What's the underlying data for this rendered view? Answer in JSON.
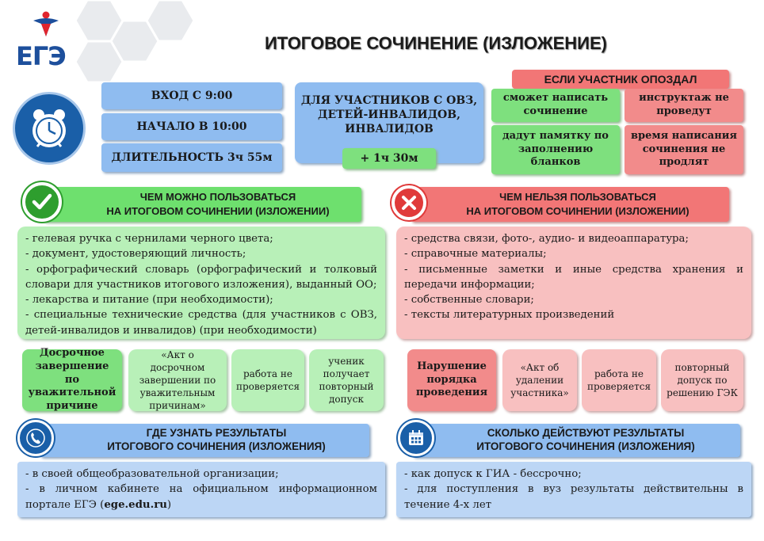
{
  "logo": {
    "text": "ЕГЭ"
  },
  "title": "ИТОГОВОЕ СОЧИНЕНИЕ (ИЗЛОЖЕНИЕ)",
  "schedule": {
    "entry": "ВХОД С 9:00",
    "start": "НАЧАЛО В 10:00",
    "duration": "ДЛИТЕЛЬНОСТЬ 3ч 55м"
  },
  "special": {
    "line1": "ДЛЯ УЧАСТНИКОВ С ОВЗ,",
    "line2": "ДЕТЕЙ-ИНВАЛИДОВ,",
    "line3": "ИНВАЛИДОВ",
    "extra": "+ 1ч 30м"
  },
  "late": {
    "title": "ЕСЛИ УЧАСТНИК ОПОЗДАЛ",
    "can_write": "сможет написать сочинение",
    "no_briefing": "инструктаж не проведут",
    "memo": "дадут памятку по заполнению бланков",
    "no_extend": "время написания сочинения не продлят"
  },
  "allowed": {
    "header_line1": "ЧЕМ МОЖНО ПОЛЬЗОВАТЬСЯ",
    "header_line2": "НА ИТОГОВОМ СОЧИНЕНИИ (ИЗЛОЖЕНИИ)",
    "items": [
      "- гелевая ручка с чернилами черного цвета;",
      "- документ, удостоверяющий личность;",
      "- орфографический словарь (орфографический и толковый словари для участников итогового изложения), выданный ОО;",
      "- лекарства и питание (при необходимости);",
      "- специальные технические средства (для участников с ОВЗ, детей-инвалидов и инвалидов) (при необходимости)"
    ]
  },
  "forbidden": {
    "header_line1": "ЧЕМ НЕЛЬЗЯ ПОЛЬЗОВАТЬСЯ",
    "header_line2": "НА ИТОГОВОМ СОЧИНЕНИИ (ИЗЛОЖЕНИИ)",
    "items": [
      "- средства связи, фото-, аудио- и видеоаппаратура;",
      "- справочные материалы;",
      "- письменные заметки и иные средства хранения и передачи информации;",
      "- собственные словари;",
      "- тексты литературных произведений"
    ]
  },
  "early": {
    "title": "Досрочное завершение по уважительной причине",
    "act": "«Акт о досрочном завершении по уважительным причинам»",
    "not_checked": "работа не проверяется",
    "retake": "ученик получает повторный допуск"
  },
  "violation": {
    "title": "Нарушение порядка проведения",
    "act": "«Акт об удалении участника»",
    "not_checked": "работа не проверяется",
    "retake": "повторный допуск по решению ГЭК"
  },
  "results_where": {
    "header_line1": "ГДЕ УЗНАТЬ РЕЗУЛЬТАТЫ",
    "header_line2": "ИТОГОВОГО СОЧИНЕНИЯ (ИЗЛОЖЕНИЯ)",
    "item1": "- в своей общеобразовательной организации;",
    "item2_prefix": "- в личном кабинете на официальном информационном портале ЕГЭ (",
    "item2_link": "ege.edu.ru",
    "item2_suffix": ")"
  },
  "results_valid": {
    "header_line1": "СКОЛЬКО ДЕЙСТВУЮТ РЕЗУЛЬТАТЫ",
    "header_line2": "ИТОГОВОГО СОЧИНЕНИЯ (ИЗЛОЖЕНИЯ)",
    "item1": "- как допуск к ГИА - бессрочно;",
    "item2": "- для поступления в вуз результаты действительны в течение 4-х лет"
  },
  "colors": {
    "blue": "#8fbcf0",
    "green": "#7ee07e",
    "red": "#f28b8b",
    "logo_blue": "#1d4f9c",
    "logo_red": "#e0252e"
  }
}
